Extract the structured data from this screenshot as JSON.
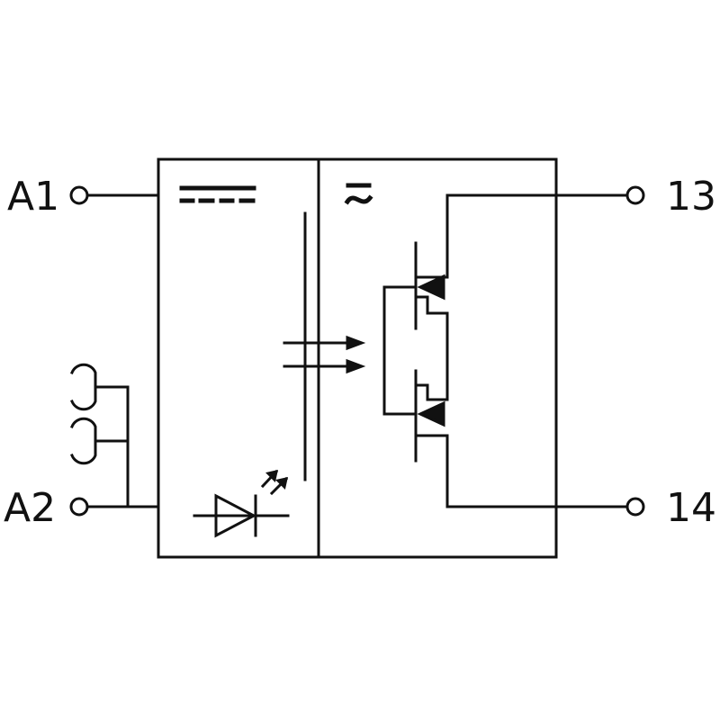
{
  "terminals": {
    "a1": "A1",
    "a2": "A2",
    "t13": "13",
    "t14": "14"
  },
  "colors": {
    "line": "#111111",
    "background": "#ffffff"
  },
  "icons": {
    "input_symbol": "dc-symbol",
    "output_symbol": "ac-symbol",
    "emitter": "led-icon",
    "switch": "mosfet-pair-icon"
  }
}
